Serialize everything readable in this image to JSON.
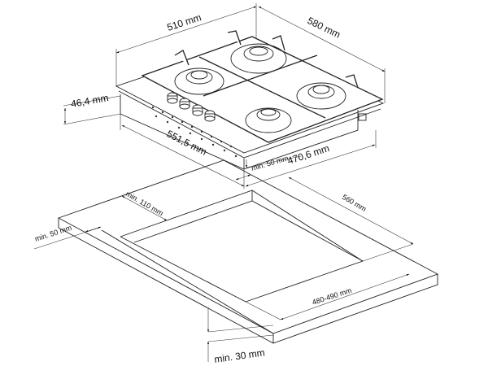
{
  "hob_dimensions": {
    "width": "510 mm",
    "depth": "580 mm",
    "height": "46,4 mm",
    "body_width": "551,5 mm",
    "body_depth": "470,6 mm",
    "min_back_clearance": "min. 50 mm"
  },
  "cutout_dimensions": {
    "min_back_distance": "min. 110 mm",
    "cutout_depth": "560 mm",
    "min_side_distance": "min. 50 mm",
    "cutout_width": "480-490 mm",
    "min_worktop_thickness": "min. 30 mm"
  }
}
